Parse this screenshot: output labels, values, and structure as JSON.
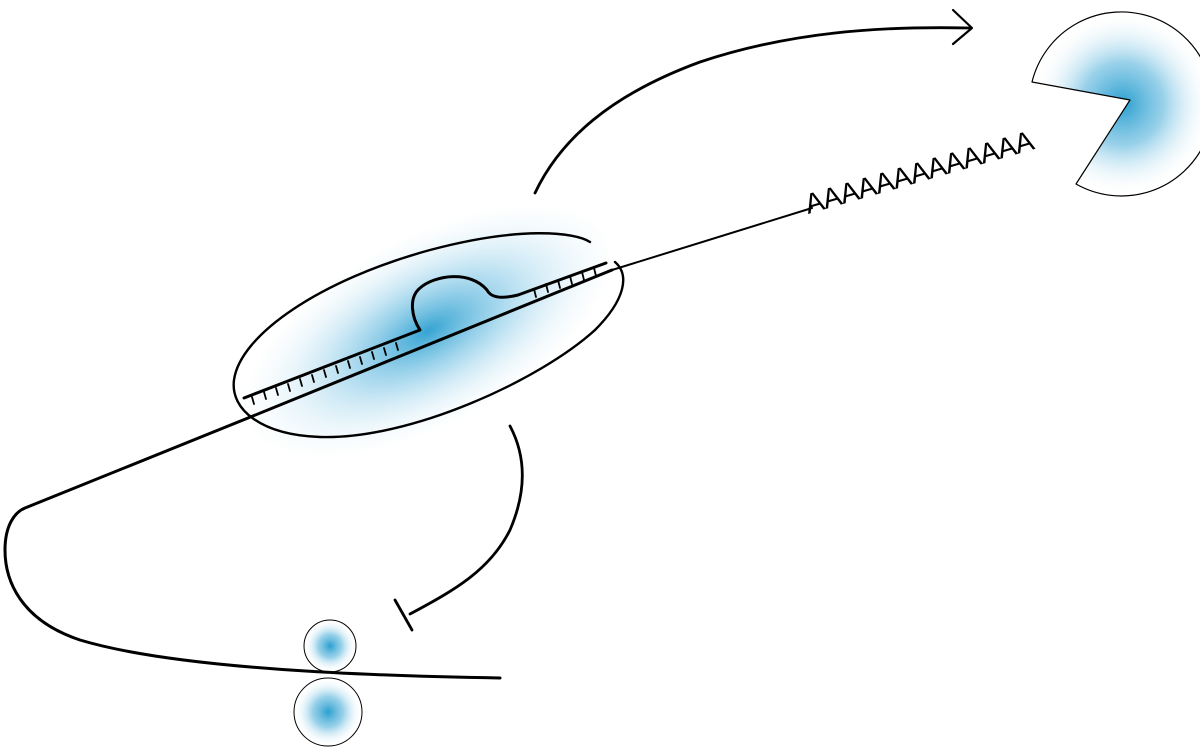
{
  "diagram": {
    "polyA_tail": "AAAAAAAAAAAAA",
    "colors": {
      "stroke": "#000000",
      "complex_fill": "#2a9fd0",
      "background": "#ffffff"
    },
    "elements": [
      "silencing-complex",
      "mirna-mrna-duplex",
      "mrna-strand",
      "poly-a-tail",
      "deadenylase-pacman",
      "activation-arrow",
      "inhibition-arrow",
      "ribosome-small-subunit",
      "ribosome-large-subunit"
    ]
  }
}
